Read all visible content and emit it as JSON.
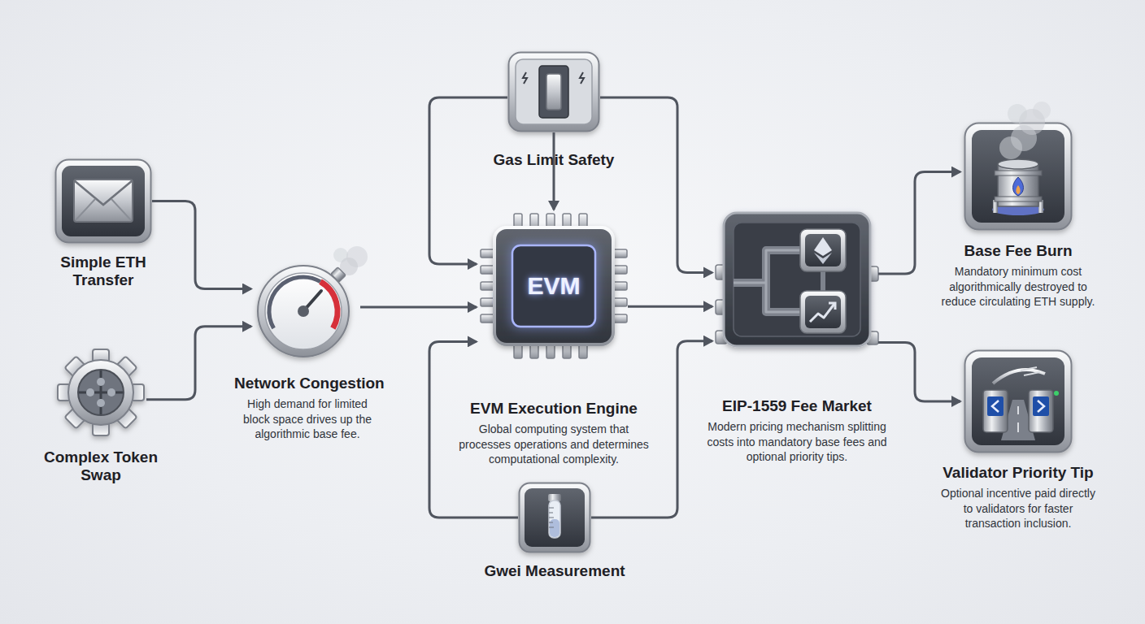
{
  "diagram": {
    "nodes": [
      {
        "text": [
          "Simple ETH Transfer"
        ]
      },
      {
        "text": [
          "Complex Token Swap"
        ]
      },
      {
        "text": [
          "Network Congestion",
          "High demand for limited block space drives up the algorithmic base fee."
        ]
      },
      {
        "text": [
          "Gas Limit Safety"
        ]
      },
      {
        "text": [
          "EVM",
          "EVM Execution Engine",
          "Global computing system that processes operations and determines computational complexity."
        ]
      },
      {
        "text": [
          "Gwei Measurement"
        ]
      },
      {
        "text": [
          "EIP-1559 Fee Market",
          "Modern pricing mechanism splitting costs into mandatory base fees and optional priority tips."
        ]
      },
      {
        "text": [
          "Base Fee Burn",
          "Mandatory minimum cost algorithmically destroyed to reduce circulating ETH supply."
        ]
      },
      {
        "text": [
          "Validator Priority Tip",
          "Optional incentive paid directly to validators for faster transaction inclusion."
        ]
      }
    ],
    "edges": [
      {
        "from": 0,
        "to": 2,
        "arrow": "to"
      },
      {
        "from": 1,
        "to": 2,
        "arrow": "to"
      },
      {
        "from": 2,
        "to": 4,
        "arrow": "to"
      },
      {
        "from": 3,
        "to": 4,
        "arrow": "to"
      },
      {
        "from": 3,
        "to": 4,
        "arrow": "to"
      },
      {
        "from": 3,
        "to": 6,
        "arrow": "to"
      },
      {
        "from": 4,
        "to": 6,
        "arrow": "to"
      },
      {
        "from": 5,
        "to": 4,
        "arrow": "to"
      },
      {
        "from": 5,
        "to": 6,
        "arrow": "to"
      },
      {
        "from": 6,
        "to": 7,
        "arrow": "to"
      },
      {
        "from": 6,
        "to": 8,
        "arrow": "to"
      }
    ]
  }
}
